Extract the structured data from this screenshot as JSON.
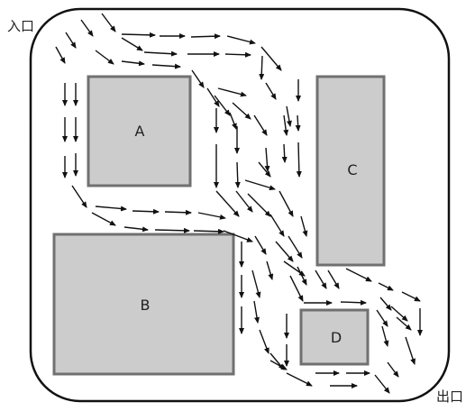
{
  "entrance_label": "入口",
  "exit_label": "出口",
  "obstacles": [
    {
      "id": "a",
      "label": "A"
    },
    {
      "id": "b",
      "label": "B"
    },
    {
      "id": "c",
      "label": "C"
    },
    {
      "id": "d",
      "label": "D"
    }
  ],
  "colors": {
    "obstacle_fill": "#cccccc",
    "obstacle_stroke": "#707070",
    "arrow": "#111111",
    "boundary": "#111111"
  }
}
